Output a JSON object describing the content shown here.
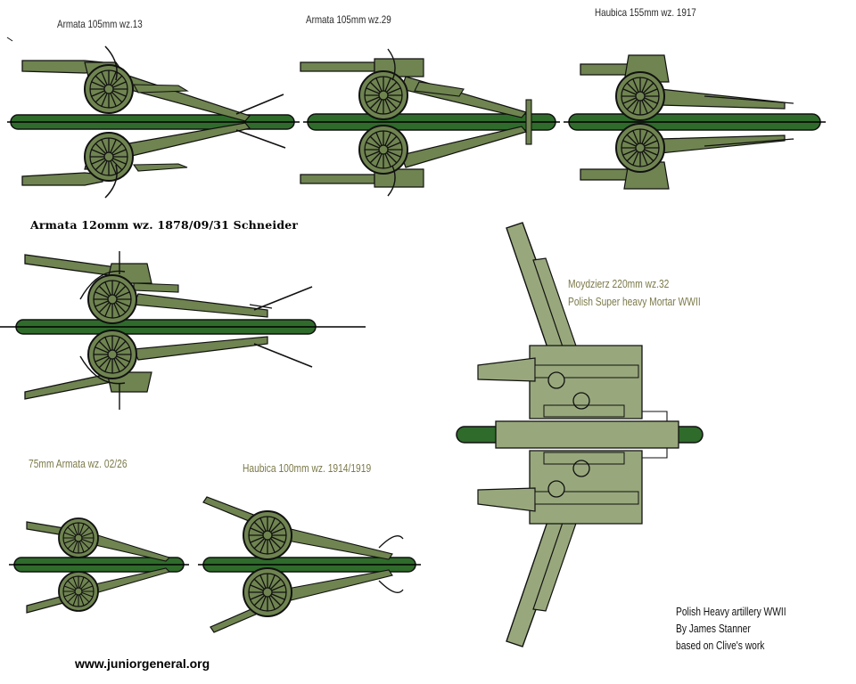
{
  "labels": {
    "armata_105_13": "Armata 105mm wz.13",
    "armata_105_29": "Armata 105mm wz.29",
    "haubica_155_1917": "Haubica 155mm wz. 1917",
    "armata_120_schneider": "Armata 12omm wz. 1878/09/31 Schneider",
    "moydzierz_line1": "Moydzierz 220mm wz.32",
    "moydzierz_line2": "Polish Super heavy Mortar WWII",
    "armata_75": "75mm Armata wz. 02/26",
    "haubica_100": "Haubica 100mm wz. 1914/1919"
  },
  "credits": {
    "line1": "Polish Heavy artillery WWII",
    "line2": "By James Stanner",
    "line3": "based on Clive's work"
  },
  "website": "www.juniorgeneral.org",
  "colors": {
    "olive": "#6f8450",
    "olive_light": "#8b9a6b",
    "dark_green": "#2f6b2b",
    "outline": "#1a1a1a",
    "mortar": "#98a87c"
  }
}
